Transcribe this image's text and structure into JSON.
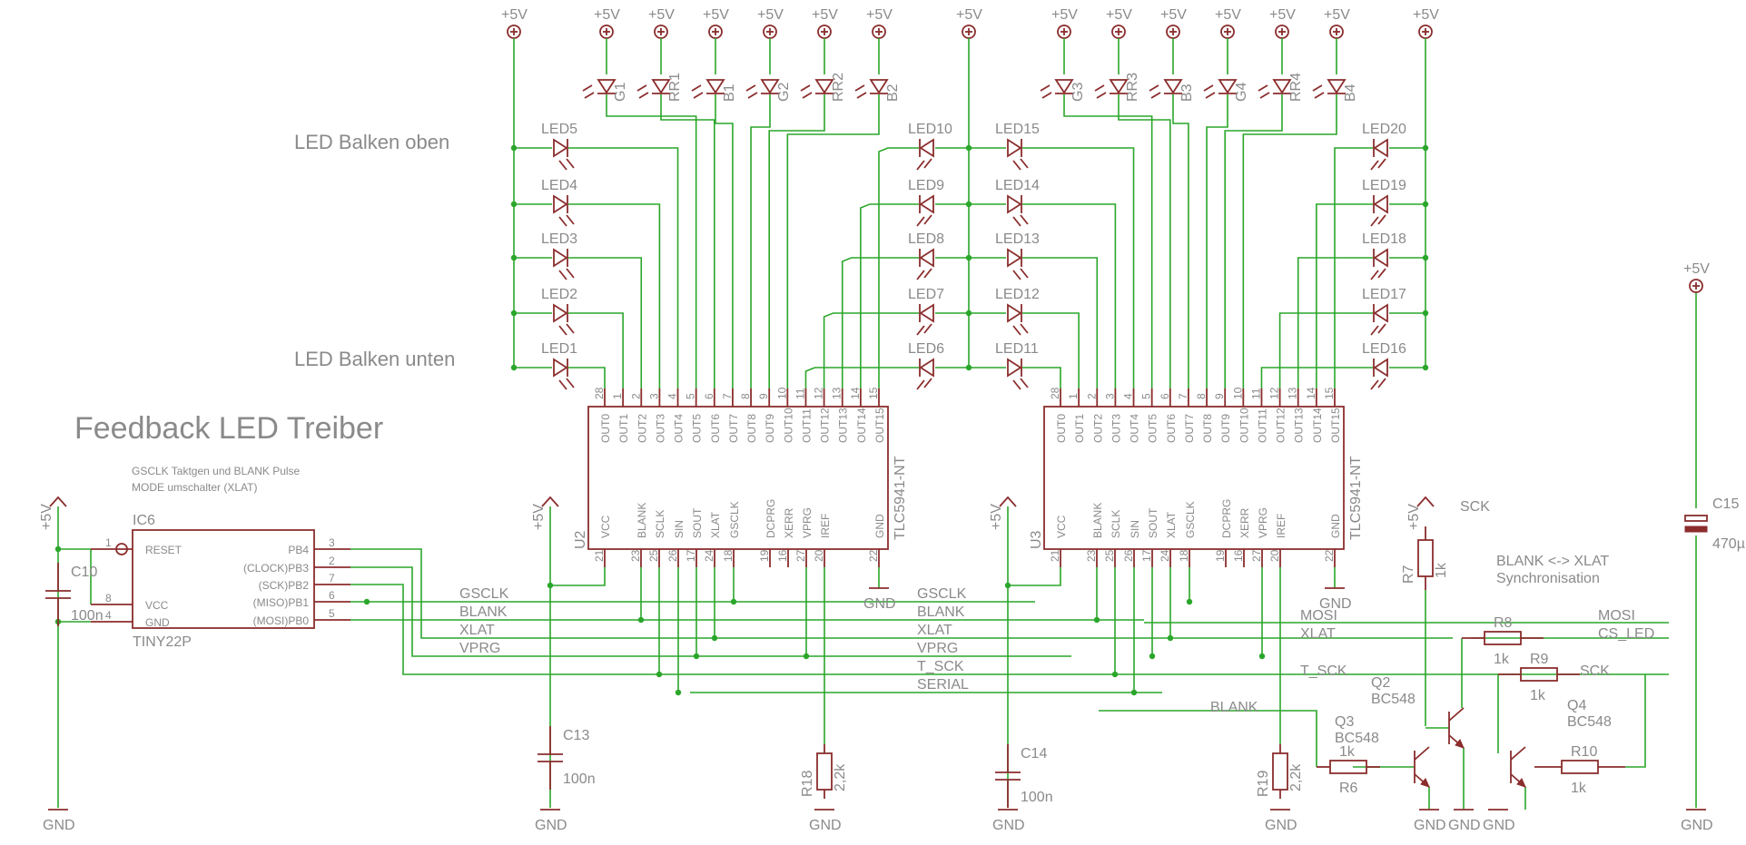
{
  "colors": {
    "wire": "#2aa62a",
    "part": "#8b2d2d",
    "text": "#8a8a8a"
  },
  "labels": {
    "title": "Feedback LED Treiber",
    "subtitle1": "GSCLK Taktgen und BLANK Pulse",
    "subtitle2": "MODE umschalter (XLAT)",
    "bar_top": "LED Balken oben",
    "bar_bottom": "LED Balken unten",
    "sync1": "BLANK <-> XLAT",
    "sync2": "Synchronisation",
    "sck_top": "SCK"
  },
  "supply": {
    "vcc": "+5V",
    "gnd": "GND"
  },
  "top_leds_left": [
    "G1",
    "RR1",
    "B1",
    "G2",
    "RR2",
    "B2"
  ],
  "top_leds_right": [
    "G3",
    "RR3",
    "B3",
    "G4",
    "RR4",
    "B4"
  ],
  "leds_col1": [
    "LED5",
    "LED4",
    "LED3",
    "LED2",
    "LED1"
  ],
  "leds_col2": [
    "LED10",
    "LED9",
    "LED8",
    "LED7",
    "LED6"
  ],
  "leds_col3": [
    "LED15",
    "LED14",
    "LED13",
    "LED12",
    "LED11"
  ],
  "leds_col4": [
    "LED20",
    "LED19",
    "LED18",
    "LED17",
    "LED16"
  ],
  "tlc": {
    "part": "TLC5941-NT",
    "u2": "U2",
    "u3": "U3",
    "out_pins": [
      "OUT0",
      "OUT1",
      "OUT2",
      "OUT3",
      "OUT4",
      "OUT5",
      "OUT6",
      "OUT7",
      "OUT8",
      "OUT9",
      "OUT10",
      "OUT11",
      "OUT12",
      "OUT13",
      "OUT14",
      "OUT15"
    ],
    "out_nums": [
      "28",
      "1",
      "2",
      "3",
      "4",
      "5",
      "6",
      "7",
      "8",
      "9",
      "10",
      "11",
      "12",
      "13",
      "14",
      "15"
    ],
    "bot_pins": [
      "VCC",
      "BLANK",
      "SCLK",
      "SIN",
      "SOUT",
      "XLAT",
      "GSCLK",
      "DCPRG",
      "XERR",
      "VPRG",
      "IREF",
      "GND"
    ],
    "bot_nums": [
      "21",
      "23",
      "25",
      "26",
      "17",
      "24",
      "18",
      "19",
      "16",
      "27",
      "20",
      "22"
    ]
  },
  "mcu": {
    "name": "IC6",
    "part": "TINY22P",
    "left_pins": [
      "RESET",
      "VCC",
      "GND"
    ],
    "left_nums": [
      "1",
      "8",
      "4"
    ],
    "right_pins": [
      "PB4",
      "(CLOCK)PB3",
      "(SCK)PB2",
      "(MISO)PB1",
      "(MOSI)PB0"
    ],
    "right_nums": [
      "3",
      "2",
      "7",
      "6",
      "5"
    ]
  },
  "nets": {
    "left": [
      "GSCLK",
      "BLANK",
      "XLAT",
      "VPRG"
    ],
    "mid": [
      "GSCLK",
      "BLANK",
      "XLAT",
      "VPRG",
      "T_SCK",
      "SERIAL"
    ],
    "right_a": [
      "MOSI",
      "XLAT"
    ],
    "right_b": [
      "MOSI",
      "CS_LED"
    ],
    "t_sck": "T_SCK",
    "sck": "SCK",
    "blank": "BLANK"
  },
  "parts": {
    "c10": "C10",
    "c10v": "100n",
    "c13": "C13",
    "c13v": "100n",
    "c14": "C14",
    "c14v": "100n",
    "c15": "C15",
    "c15v": "470µ",
    "r18": "R18",
    "r18v": "2,2k",
    "r19": "R19",
    "r19v": "2,2k",
    "r7": "R7",
    "r7v": "1k",
    "r8": "R8",
    "r8v": "1k",
    "r9": "R9",
    "r9v": "1k",
    "r6": "R6",
    "r6v": "1k",
    "r10": "R10",
    "r10v": "1k",
    "q2": "Q2",
    "q2v": "BC548",
    "q3": "Q3",
    "q3v": "BC548",
    "q4": "Q4",
    "q4v": "BC548"
  }
}
